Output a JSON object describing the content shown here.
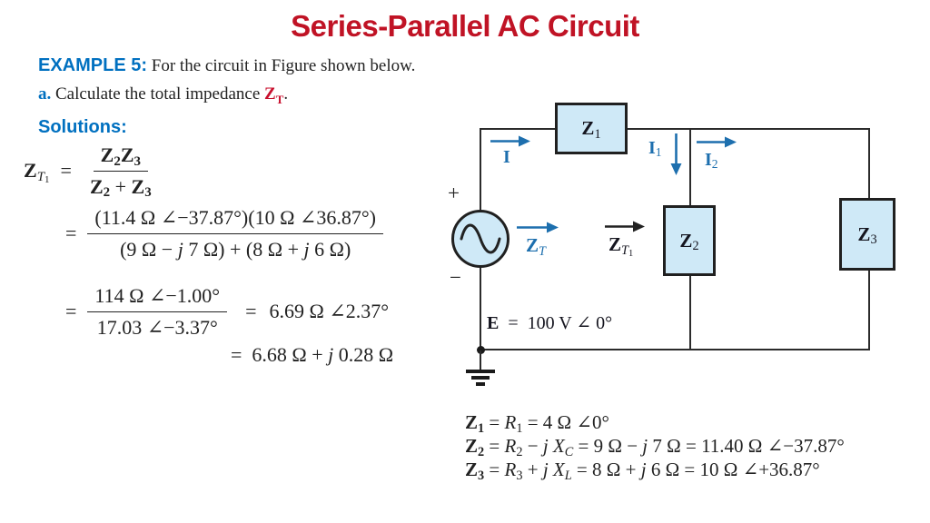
{
  "title": "Series-Parallel AC Circuit",
  "colors": {
    "title_red": "#c01325",
    "heading_blue": "#0070c0",
    "symbol_red": "#c8102e",
    "circuit_blue": "#1d6fae",
    "box_fill": "#cfe9f7",
    "ink": "#222222"
  },
  "intro": {
    "example_label": "EXAMPLE 5:",
    "example_text": " For the circuit in Figure shown below.",
    "part_a_label": "a.",
    "part_a_text": " Calculate the total impedance ",
    "part_a_symbol_base": "Z",
    "part_a_symbol_sub": "T",
    "part_a_period": ".",
    "solutions_label": "Solutions:"
  },
  "solution": {
    "eq1": {
      "lhs": [
        [
          "Z",
          "b"
        ],
        [
          "T",
          "isub"
        ],
        [
          "1",
          "ss"
        ]
      ],
      "eq": "=",
      "num": [
        [
          "Z",
          "b"
        ],
        [
          "2",
          "bsub"
        ],
        [
          "Z",
          "b"
        ],
        [
          "3",
          "bsub"
        ]
      ],
      "den": [
        [
          "Z",
          "b"
        ],
        [
          "2",
          "bsub"
        ],
        [
          " + ",
          ""
        ],
        [
          "Z",
          "b"
        ],
        [
          "3",
          "bsub"
        ]
      ]
    },
    "eq2": {
      "eq": "=",
      "num": [
        [
          "(11.4 Ω ∠−37.87°)(10 Ω ∠36.87°)",
          ""
        ]
      ],
      "den": [
        [
          "(9 Ω − ",
          ""
        ],
        [
          "j",
          "i"
        ],
        [
          " 7 Ω) + (8 Ω + ",
          ""
        ],
        [
          "j",
          "i"
        ],
        [
          " 6 Ω)",
          ""
        ]
      ]
    },
    "eq3": {
      "eq": "=",
      "num": [
        [
          "114 Ω ∠−1.00°",
          ""
        ]
      ],
      "den": [
        [
          "17.03 ∠−3.37°",
          ""
        ]
      ],
      "eq2": "=",
      "result": [
        [
          "6.69 Ω ∠2.37°",
          ""
        ]
      ]
    },
    "eq4": [
      [
        "=  6.68 Ω + ",
        ""
      ],
      [
        "j",
        "i"
      ],
      [
        " 0.28 Ω",
        ""
      ]
    ]
  },
  "circuit": {
    "plus": "+",
    "minus": "−",
    "label_i": [
      [
        "I",
        "b"
      ]
    ],
    "label_i1": [
      [
        "I",
        "b"
      ],
      [
        "1",
        "sub"
      ]
    ],
    "label_i2": [
      [
        "I",
        "b"
      ],
      [
        "2",
        "sub"
      ]
    ],
    "label_zt": [
      [
        "Z",
        "b"
      ],
      [
        "T",
        "isub"
      ]
    ],
    "label_zt1": [
      [
        "Z",
        "b"
      ],
      [
        "T",
        "isub"
      ],
      [
        "1",
        "ss"
      ]
    ],
    "label_z1": [
      [
        "Z",
        "b"
      ],
      [
        "1",
        "sub"
      ]
    ],
    "label_z2": [
      [
        "Z",
        "b"
      ],
      [
        "2",
        "sub"
      ]
    ],
    "label_z3": [
      [
        "Z",
        "b"
      ],
      [
        "3",
        "sub"
      ]
    ],
    "voltage": [
      [
        "E",
        "b"
      ],
      [
        "  =  100 V ∠ 0°",
        ""
      ]
    ]
  },
  "definitions": [
    [
      [
        "Z",
        "b"
      ],
      [
        "1",
        "bsub"
      ],
      [
        " = ",
        ""
      ],
      [
        "R",
        "i"
      ],
      [
        "1",
        "sub"
      ],
      [
        " = 4 Ω ∠0°",
        ""
      ]
    ],
    [
      [
        "Z",
        "b"
      ],
      [
        "2",
        "bsub"
      ],
      [
        " = ",
        ""
      ],
      [
        "R",
        "i"
      ],
      [
        "2",
        "sub"
      ],
      [
        " − ",
        ""
      ],
      [
        "j",
        "i"
      ],
      [
        " ",
        ""
      ],
      [
        "X",
        "i"
      ],
      [
        "C",
        "isub"
      ],
      [
        " = 9 Ω − ",
        ""
      ],
      [
        "j",
        "i"
      ],
      [
        " 7 Ω = 11.40 Ω ∠−37.87°",
        ""
      ]
    ],
    [
      [
        "Z",
        "b"
      ],
      [
        "3",
        "bsub"
      ],
      [
        " = ",
        ""
      ],
      [
        "R",
        "i"
      ],
      [
        "3",
        "sub"
      ],
      [
        " + ",
        ""
      ],
      [
        "j",
        "i"
      ],
      [
        " ",
        ""
      ],
      [
        "X",
        "i"
      ],
      [
        "L",
        "isub"
      ],
      [
        " = 8 Ω + ",
        ""
      ],
      [
        "j",
        "i"
      ],
      [
        " 6 Ω = 10 Ω ∠+36.87°",
        ""
      ]
    ]
  ]
}
